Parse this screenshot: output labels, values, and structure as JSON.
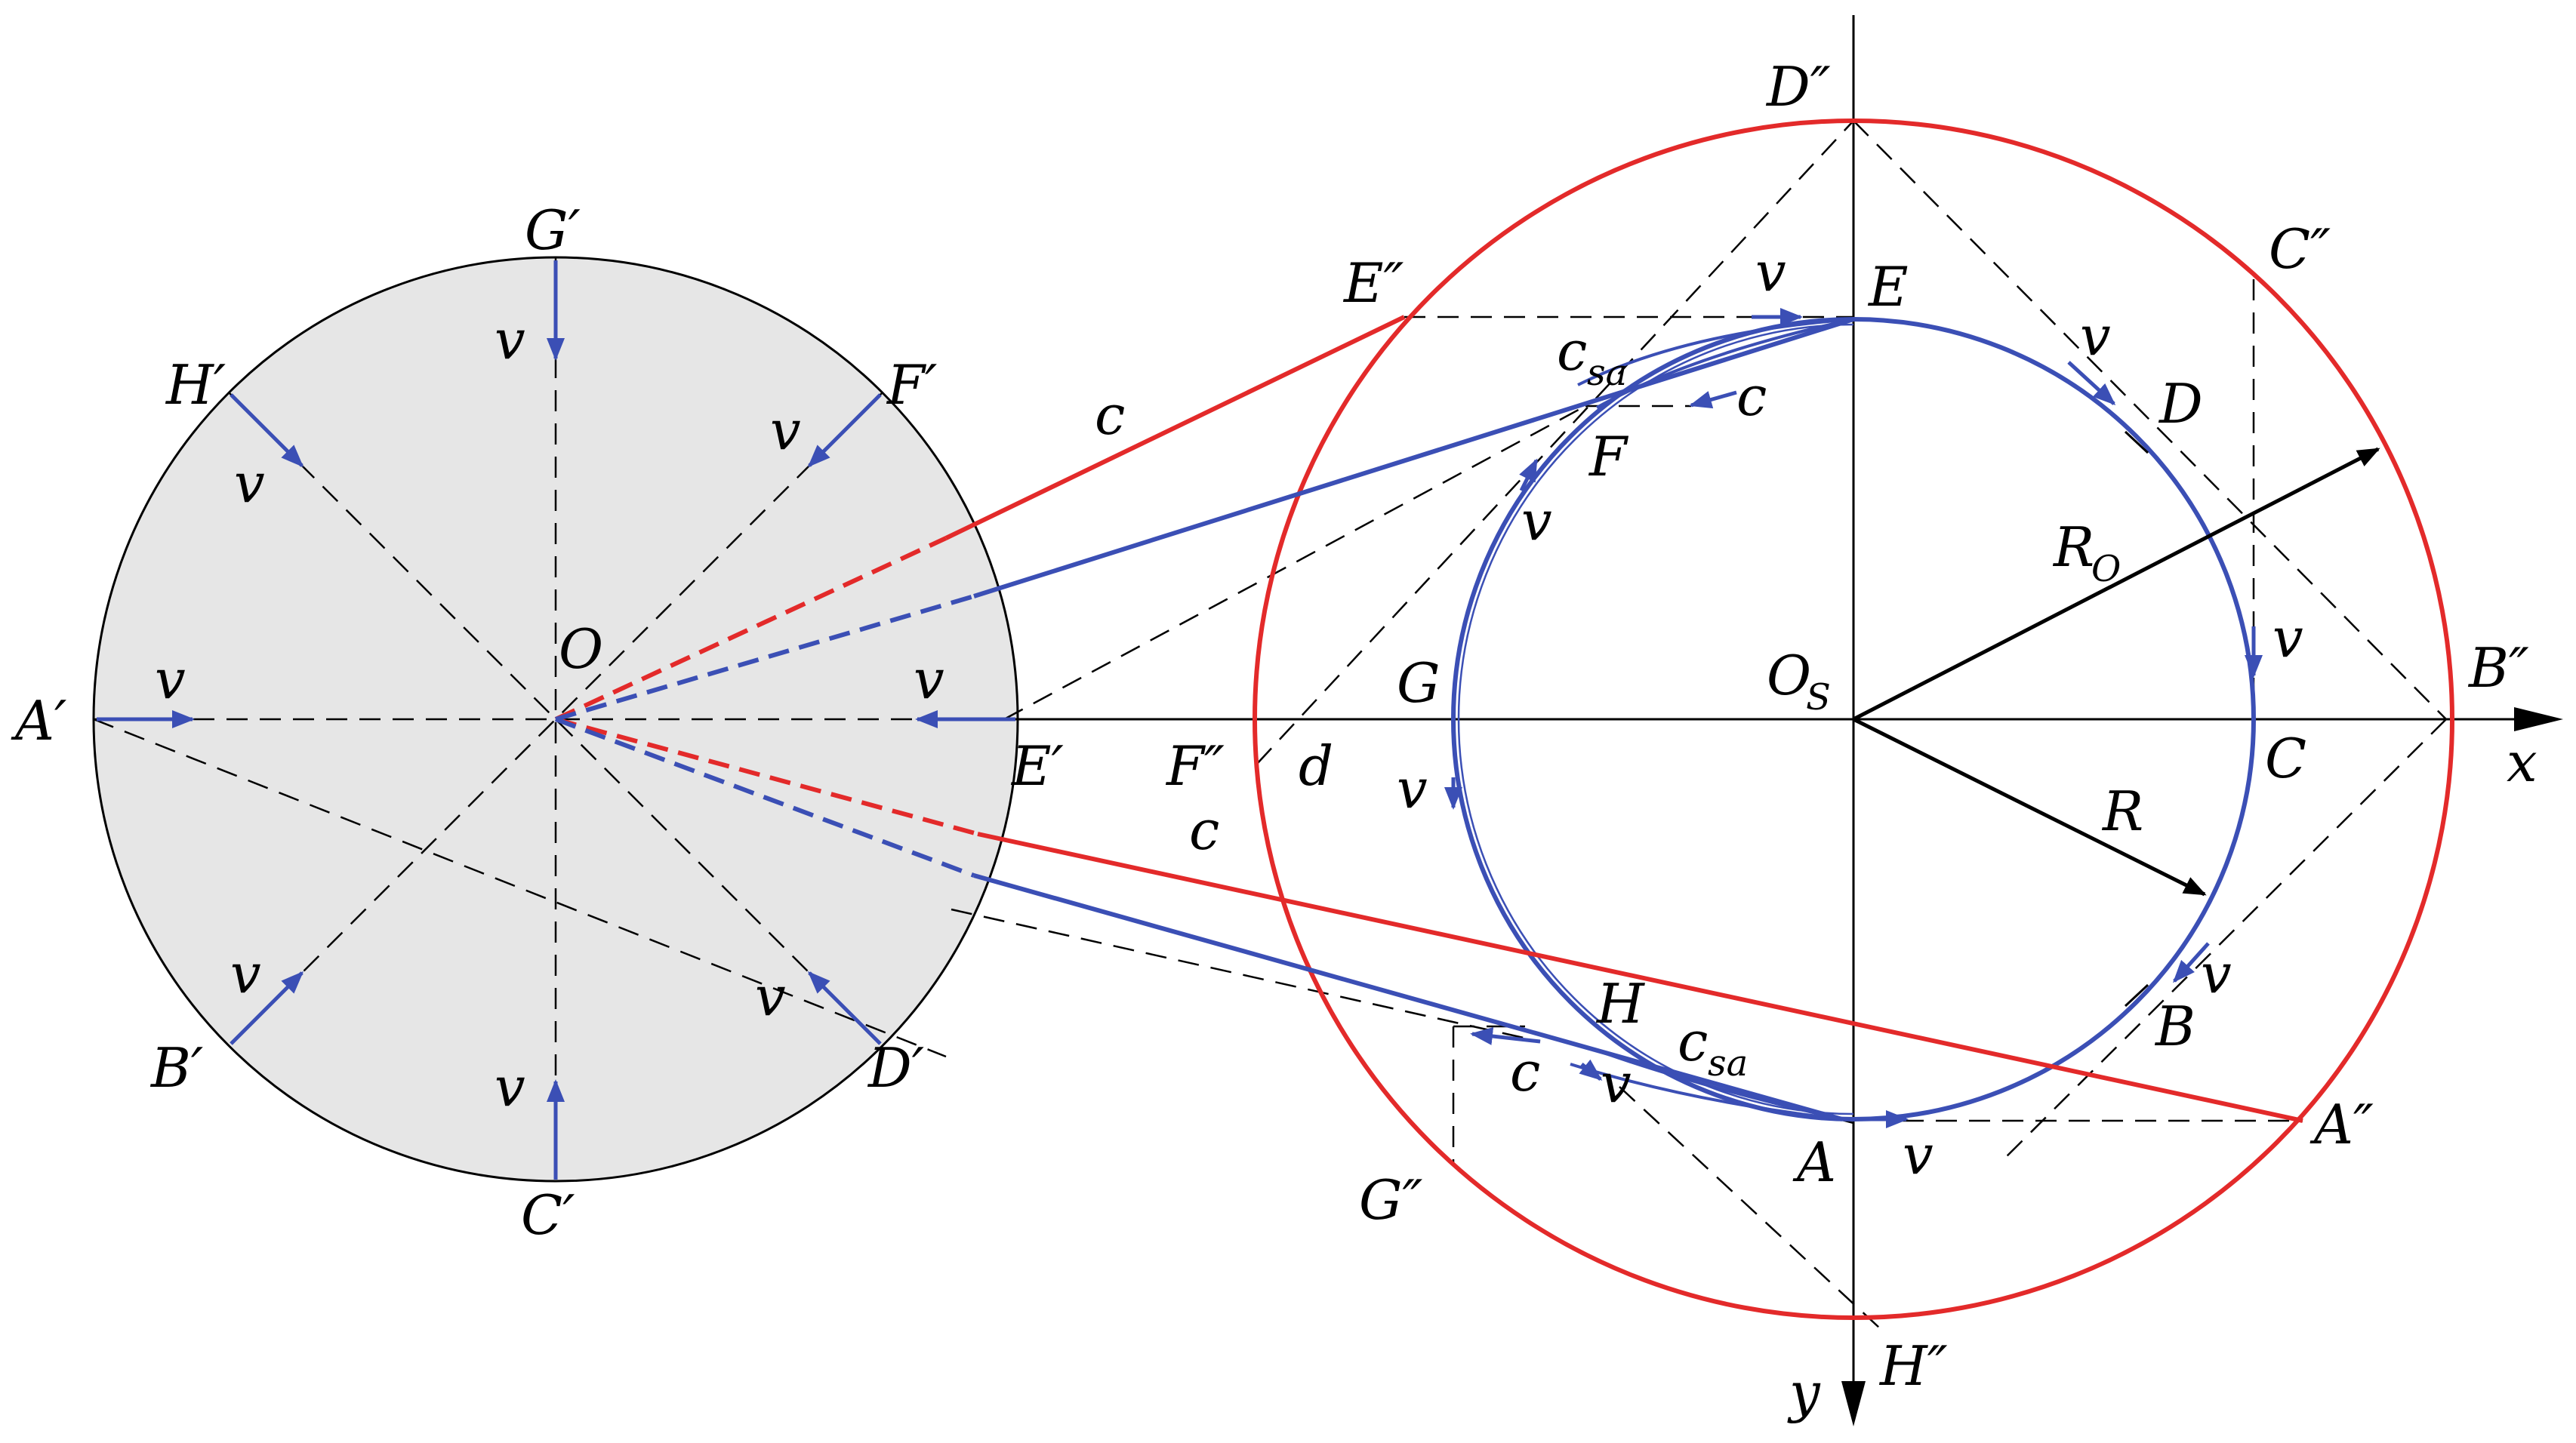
{
  "colors": {
    "background": "#ffffff",
    "sphere_fill": "#e6e6e6",
    "blue": "#3b4fb5",
    "red": "#e32a2a",
    "black": "#000000"
  },
  "labels": {
    "A_prime": "A′",
    "B_prime": "B′",
    "C_prime": "C′",
    "D_prime": "D′",
    "E_prime": "E′",
    "F_prime": "F′",
    "G_prime": "G′",
    "H_prime": "H′",
    "O": "O",
    "A": "A",
    "B": "B",
    "C": "C",
    "D": "D",
    "E": "E",
    "F": "F",
    "G": "G",
    "H": "H",
    "Os_main": "O",
    "Os_sub": "S",
    "A_dbl": "A″",
    "B_dbl": "B″",
    "C_dbl": "C″",
    "D_dbl": "D″",
    "E_dbl": "E″",
    "F_dbl": "F″",
    "G_dbl": "G″",
    "H_dbl": "H″",
    "x_axis": "x",
    "y_axis": "y",
    "R": "R",
    "Ro_main": "R",
    "Ro_sub": "O",
    "c": "c",
    "d": "d",
    "v": "v",
    "csa_main": "c",
    "csa_sub": "sa"
  }
}
